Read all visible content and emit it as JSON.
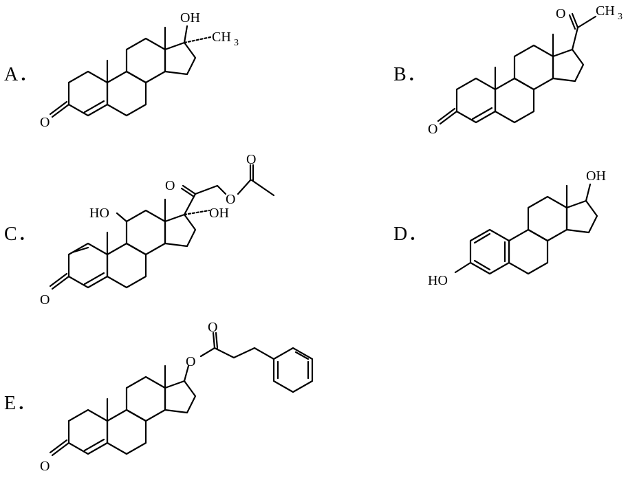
{
  "options": [
    {
      "id": "A",
      "label": "A．",
      "groups": {
        "oh": "OH",
        "ch3": "CH",
        "ch3_sub": "3",
        "ketone_o": "O"
      }
    },
    {
      "id": "B",
      "label": "B．",
      "groups": {
        "acetyl_o": "O",
        "ch3": "CH",
        "ch3_sub": "3",
        "ketone_o": "O"
      }
    },
    {
      "id": "C",
      "label": "C．",
      "groups": {
        "ester_o_top": "O",
        "ester_o": "O",
        "ketone_side_o": "O",
        "ho": "HO",
        "oh": "OH",
        "ketone_o": "O"
      }
    },
    {
      "id": "D",
      "label": "D．",
      "groups": {
        "oh": "OH",
        "ho": "HO"
      }
    },
    {
      "id": "E",
      "label": "E．",
      "groups": {
        "ester_o_top": "O",
        "ester_o": "O",
        "ketone_o": "O"
      }
    }
  ]
}
